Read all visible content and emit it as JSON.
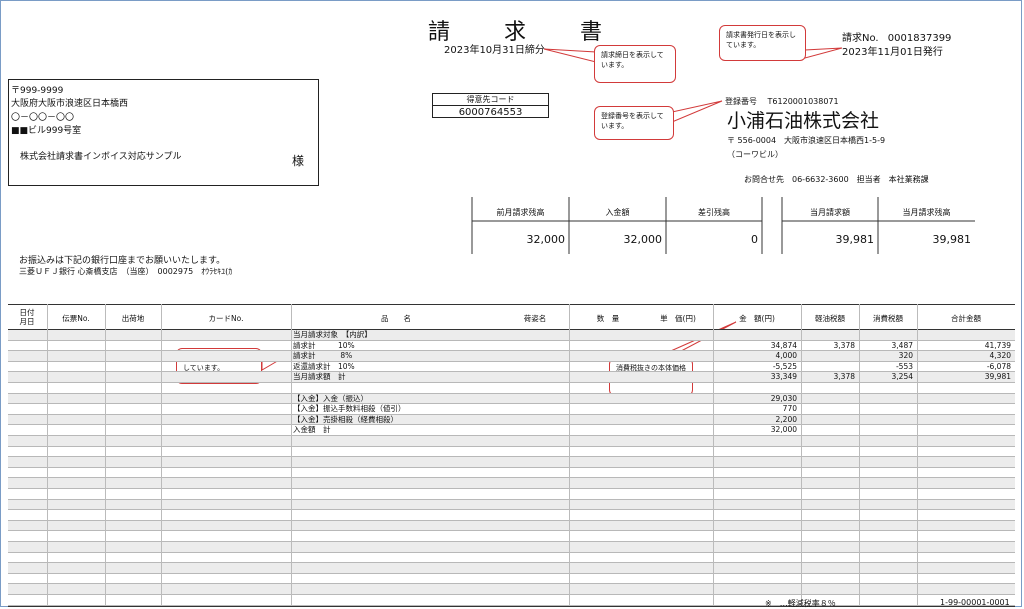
{
  "document": {
    "title": "請　求　書",
    "closing_date": "2023年10月31日締分",
    "invoice_no_label": "請求No.",
    "invoice_no": "0001837399",
    "issue_date": "2023年11月01日発行"
  },
  "recipient": {
    "postal": "〒999-9999",
    "address1": "大阪府大阪市浪速区日本橋西",
    "address2": "〇－〇〇－〇〇",
    "address3": "■■ビル999号室",
    "name": "株式会社請求書インボイス対応サンプル",
    "honorific": "様"
  },
  "customer_code": {
    "label": "得意先コード",
    "value": "6000764553"
  },
  "issuer": {
    "registration_label": "登録番号",
    "registration_no": "T6120001038071",
    "company": "小浦石油株式会社",
    "postal_address": "〒 556-0004　大阪市浪速区日本橋西1-5-9",
    "building": "（コーワビル）",
    "contact": "お問合せ先　06-6632-3600　担当者　本社業務課"
  },
  "callouts": {
    "closing": "請求締日を表示しています。",
    "issue_date": "請求書発行日を表示しています。",
    "registration": "登録番号を表示しています。",
    "tax_rate": "税率毎に区分して表示しています。",
    "amount": "消費税抜きの本体価格になります。"
  },
  "summary": {
    "headers": [
      "前月請求残高",
      "入金額",
      "差引残高",
      "当月請求額",
      "当月請求残高"
    ],
    "values": [
      "32,000",
      "32,000",
      "0",
      "39,981",
      "39,981"
    ]
  },
  "bank": {
    "note": "お振込みは下記の銀行口座までお願いいたします。",
    "account": "三菱ＵＦＪ銀行 心斎橋支店　（当座）　0002975　ｵｳﾗｾｷﾕ(ｶ"
  },
  "table": {
    "headers": [
      "日付\n月日",
      "伝票No.",
      "出荷地",
      "カードNo.",
      "品　　名",
      "荷姿名",
      "数　量",
      "単　価(円)",
      "金　額(円)",
      "軽油税額",
      "消費税額",
      "合計金額"
    ],
    "rows": [
      {
        "name": "当月請求対象　【内訳】",
        "amount": "",
        "diesel": "",
        "tax": "",
        "total": ""
      },
      {
        "name": "請求計　　　10%",
        "amount": "34,874",
        "diesel": "3,378",
        "tax": "3,487",
        "total": "41,739"
      },
      {
        "name": "請求計　　　 8%",
        "amount": "4,000",
        "diesel": "",
        "tax": "320",
        "total": "4,320"
      },
      {
        "name": "返還請求計　10%",
        "amount": "-5,525",
        "diesel": "",
        "tax": "-553",
        "total": "-6,078"
      },
      {
        "name": "当月請求額　計",
        "amount": "33,349",
        "diesel": "3,378",
        "tax": "3,254",
        "total": "39,981"
      },
      {
        "name": "",
        "amount": "",
        "diesel": "",
        "tax": "",
        "total": ""
      },
      {
        "name": "【入金】入金（振込）",
        "amount": "29,030",
        "diesel": "",
        "tax": "",
        "total": ""
      },
      {
        "name": "【入金】振込手数料相殺（値引）",
        "amount": "770",
        "diesel": "",
        "tax": "",
        "total": ""
      },
      {
        "name": "【入金】売掛相殺（経費相殺）",
        "amount": "2,200",
        "diesel": "",
        "tax": "",
        "total": ""
      },
      {
        "name": "入金額　計",
        "amount": "32,000",
        "diesel": "",
        "tax": "",
        "total": ""
      }
    ],
    "empty_rows": 16
  },
  "footer": {
    "note": "※　…軽減税率８％",
    "page": "1-99-00001-0001"
  }
}
